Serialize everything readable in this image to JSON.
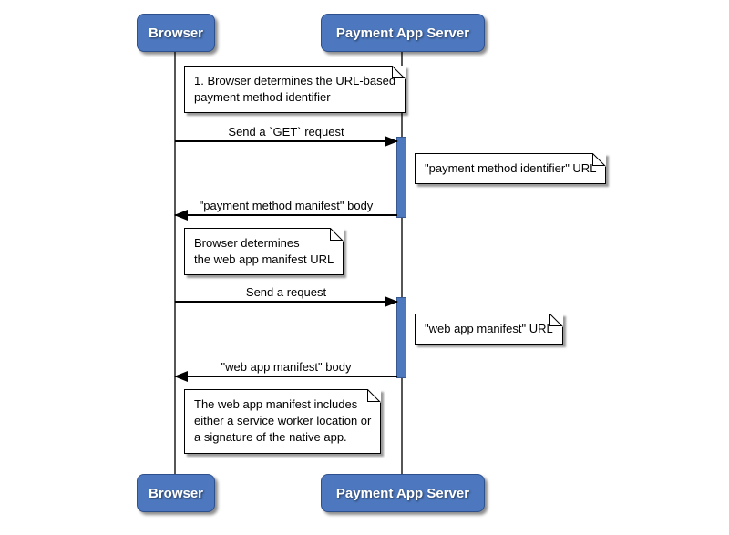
{
  "diagram_type": "sequence",
  "actors": [
    {
      "name": "Browser"
    },
    {
      "name": "Payment App Server"
    }
  ],
  "notes": [
    {
      "text": "1. Browser determines the URL-based\npayment method identifier"
    },
    {
      "text": "\"payment method identifier\" URL"
    },
    {
      "text": "Browser determines\nthe web app manifest URL"
    },
    {
      "text": "\"web app manifest\" URL"
    },
    {
      "text": "The web app manifest includes\neither a service worker location or\na signature of the native app."
    }
  ],
  "messages": [
    {
      "label": "Send a `GET` request",
      "from": "Browser",
      "to": "Payment App Server"
    },
    {
      "label": "\"payment method manifest\" body",
      "from": "Payment App Server",
      "to": "Browser"
    },
    {
      "label": "Send a request",
      "from": "Browser",
      "to": "Payment App Server"
    },
    {
      "label": "\"web app manifest\" body",
      "from": "Payment App Server",
      "to": "Browser"
    }
  ],
  "colors": {
    "actor_fill": "#4d78bf",
    "actor_border": "#2e518e",
    "actor_text": "#ffffff",
    "note_fill": "#ffffff",
    "note_border": "#000000",
    "lifeline": "#565656",
    "activation_fill": "#4e79be",
    "activation_border": "#37598f",
    "message_line": "#000000",
    "background": "#ffffff"
  }
}
